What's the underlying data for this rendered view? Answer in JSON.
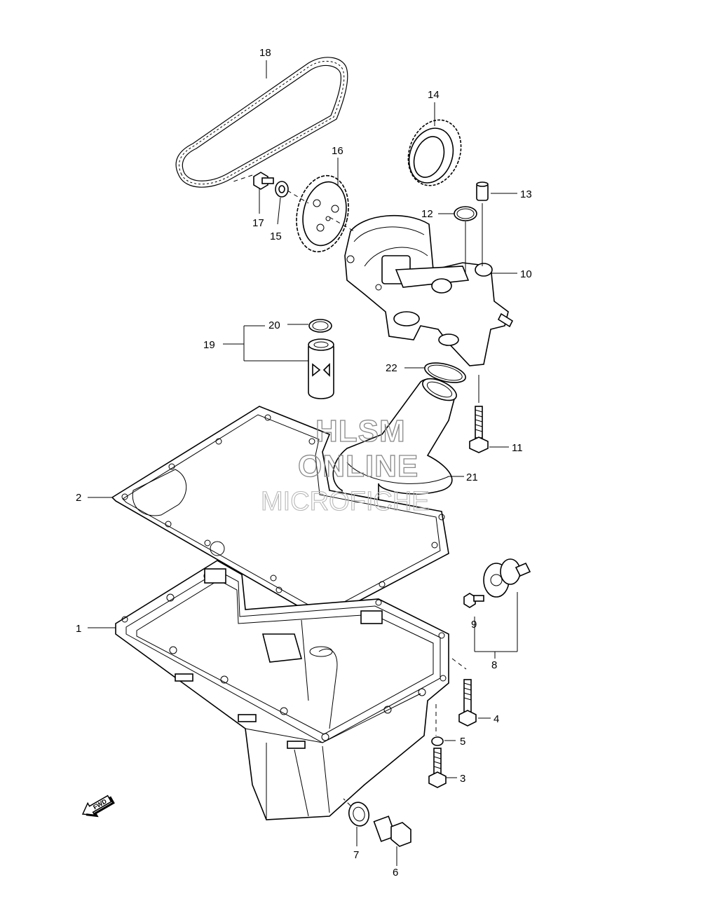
{
  "watermark": {
    "line1": "HLSM",
    "line2": "ONLINE",
    "line3": "MICROFICHE"
  },
  "fwd_label": "FWD",
  "callouts": {
    "c1": "1",
    "c2": "2",
    "c3": "3",
    "c4": "4",
    "c5": "5",
    "c6": "6",
    "c7": "7",
    "c8": "8",
    "c9": "9",
    "c10": "10",
    "c11": "11",
    "c12": "12",
    "c13": "13",
    "c14": "14",
    "c15": "15",
    "c16": "16",
    "c17": "17",
    "c18": "18",
    "c19": "19",
    "c20": "20",
    "c21": "21",
    "c22": "22"
  }
}
